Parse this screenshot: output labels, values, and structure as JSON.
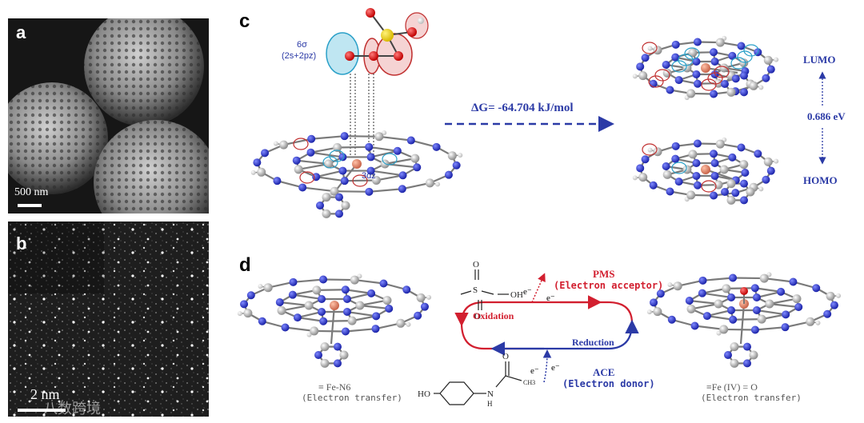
{
  "panels": {
    "a": {
      "letter": "a",
      "scale_label": "500 nm"
    },
    "b": {
      "letter": "b",
      "scale_label": "2 nm",
      "watermark": "八数跨境"
    },
    "c": {
      "letter": "c",
      "orbital_label_line1": "6σ",
      "orbital_label_line2": "(2s+2pz)",
      "d_orbital_label": "3dz",
      "delta_g": "ΔG= -64.704 kJ/mol",
      "lumo": "LUMO",
      "gap": "0.686  eV",
      "homo": "HOMO"
    },
    "d": {
      "letter": "d",
      "pms_label": "PMS",
      "pms_role": "(Electron acceptor)",
      "oxidation": "Oxidation",
      "reduction": "Reduction",
      "ace_label": "ACE",
      "ace_role": "(Electron donor)",
      "electron": "e⁻",
      "left_species": "≡ Fe-N6",
      "left_role": "(Electron transfer)",
      "right_species": "≡Fe (IV) = O",
      "right_role": "(Electron transfer)",
      "pms_atoms": [
        "O",
        "S",
        "O",
        "OH"
      ],
      "ace_atoms": [
        "HO",
        "N",
        "H",
        "O",
        "CH3"
      ]
    }
  },
  "colors": {
    "blue": "#2b3aa6",
    "red": "#d21f2f",
    "nitrogen": "#2430c8",
    "carbon": "#9a9a9a"
  }
}
